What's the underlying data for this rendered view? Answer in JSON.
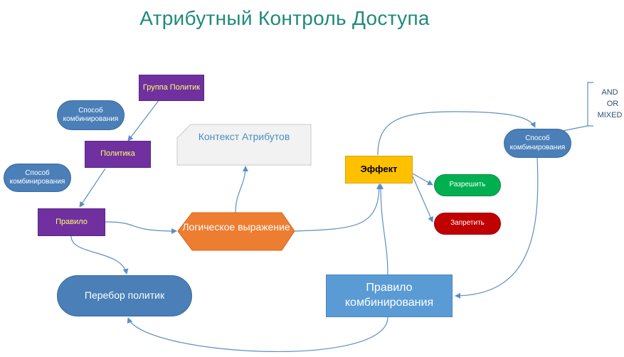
{
  "title": "Атрибутный Контроль Доступа",
  "nodes": {
    "policy_group": "Группа Политик",
    "policy": "Политика",
    "rule": "Правило",
    "combining_method_1": "Способ комбинирования",
    "combining_method_2": "Способ комбинирования",
    "combining_method_3": "Способ комбинирования",
    "attribute_context": "Контекст Атрибутов",
    "logical_expression": "Логическое выражение",
    "effect": "Эффект",
    "permit": "Разрешить",
    "deny": "Запретить",
    "policy_iteration": "Перебор политик",
    "combining_rule": "Правило комбинирования"
  },
  "combining_options": [
    "AND",
    "OR",
    "MIXED"
  ],
  "colors": {
    "title": "#1f8a7a",
    "purple": "#7030a0",
    "purple_text": "#ffff66",
    "blue_pill": "#4a7fb8",
    "effect": "#ffc000",
    "permit": "#00b050",
    "deny": "#c00000",
    "logic": "#ed7d31",
    "rule_combining": "#5b9bd5",
    "connector": "#5b8fc4"
  }
}
